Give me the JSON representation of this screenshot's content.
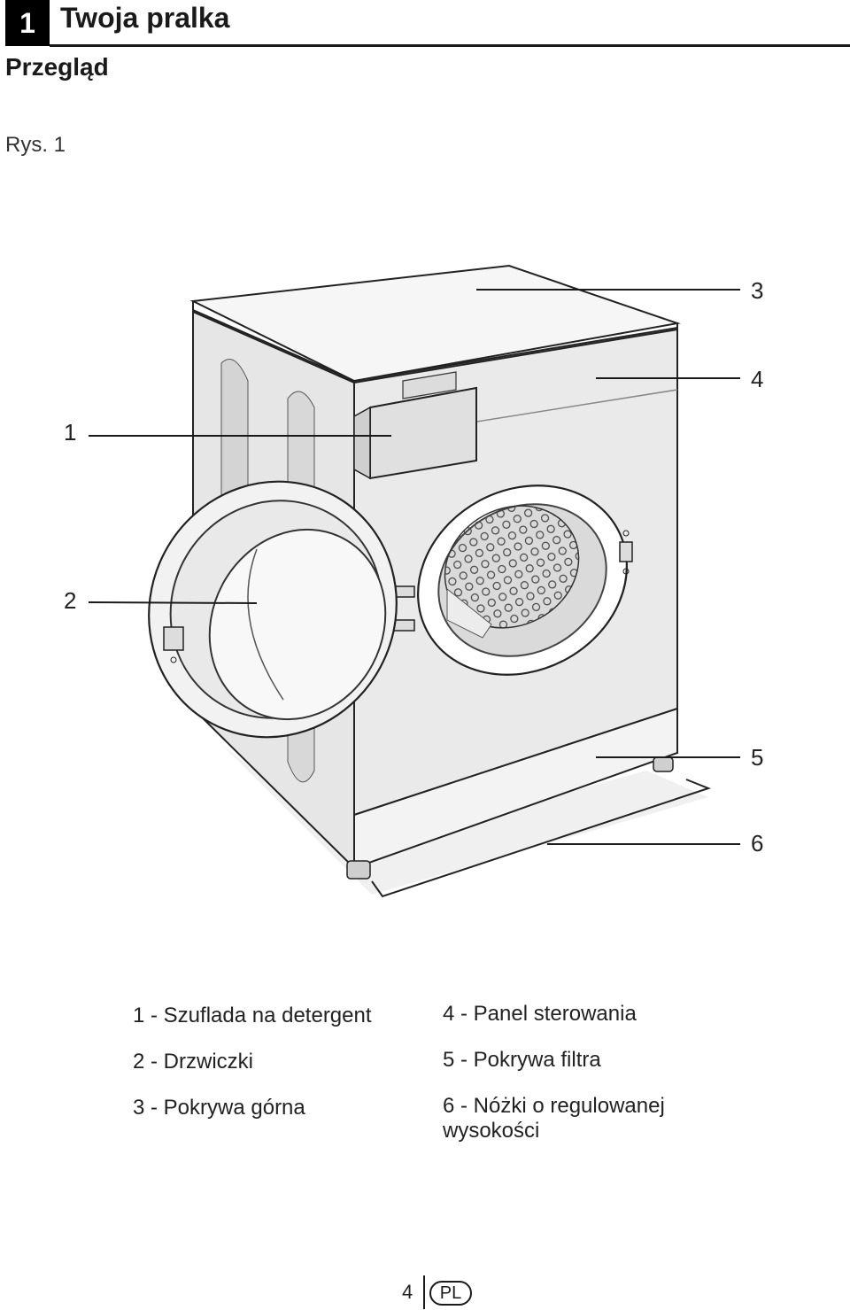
{
  "header": {
    "chapter_number": "1",
    "chapter_title": "Twoja pralka",
    "section_title": "Przegląd",
    "figure_label": "Rys. 1"
  },
  "callouts": {
    "c1": "1",
    "c2": "2",
    "c3": "3",
    "c4": "4",
    "c5": "5",
    "c6": "6"
  },
  "legend": {
    "item1": "1 - Szuflada na detergent",
    "item2": "2 - Drzwiczki",
    "item3": "3 - Pokrywa górna",
    "item4": "4 - Panel sterowania",
    "item5": "5 - Pokrywa filtra",
    "item6_line1": "6 - Nóżki o regulowanej",
    "item6_line2": "wysokości"
  },
  "footer": {
    "page_number": "4",
    "language": "PL"
  }
}
